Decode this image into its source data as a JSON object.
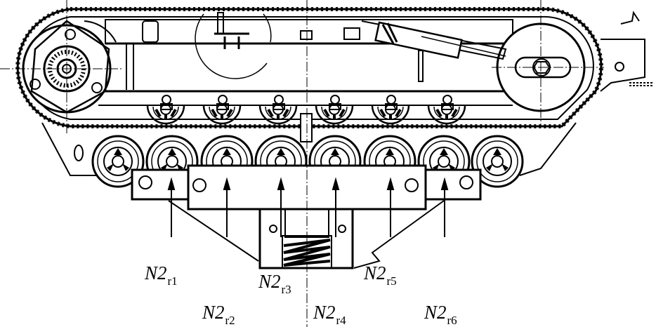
{
  "labels": {
    "r1": {
      "base": "N2",
      "sub": "r1"
    },
    "r2": {
      "base": "N2",
      "sub": "r2"
    },
    "r3": {
      "base": "N2",
      "sub": "r3"
    },
    "r4": {
      "base": "N2",
      "sub": "r4"
    },
    "r5": {
      "base": "N2",
      "sub": "r5"
    },
    "r6": {
      "base": "N2",
      "sub": "r6"
    }
  },
  "colors": {
    "line": "#000000",
    "background": "#ffffff"
  },
  "icons": [
    "track-chain-icon",
    "road-wheel-icon",
    "spring-icon",
    "force-arrow-icon",
    "drive-sprocket-icon",
    "idler-wheel-icon",
    "tension-cylinder-icon"
  ]
}
